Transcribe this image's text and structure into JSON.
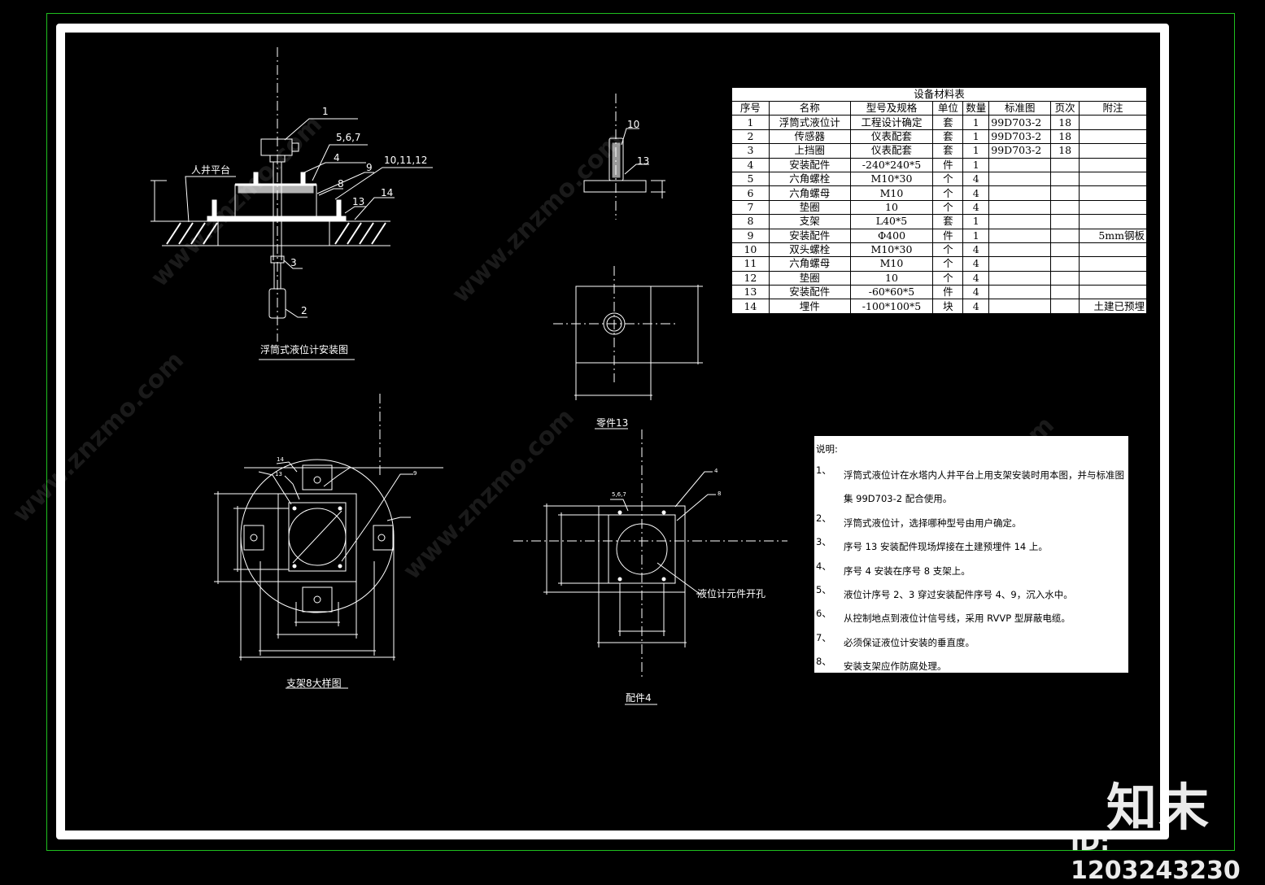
{
  "drawing": {
    "install_title": "浮筒式液位计安装图",
    "bracket_title": "支架8大样图",
    "part13_title": "零件13",
    "part4_title": "配件4",
    "platform_label": "人井平台",
    "hole_label": "液位计元件开孔",
    "callouts": {
      "c1": "1",
      "c567": "5,6,7",
      "c4": "4",
      "c9": "9",
      "c101112": "10,11,12",
      "c8": "8",
      "c13": "13",
      "c14": "14",
      "c3": "3",
      "c2": "2",
      "c10": "10"
    }
  },
  "table": {
    "title": "设备材料表",
    "headers": [
      "序号",
      "名称",
      "型号及规格",
      "单位",
      "数量",
      "标准图",
      "页次",
      "附注"
    ],
    "rows": [
      [
        "1",
        "浮筒式液位计",
        "工程设计确定",
        "套",
        "1",
        "99D703-2",
        "18",
        ""
      ],
      [
        "2",
        "传感器",
        "仪表配套",
        "套",
        "1",
        "99D703-2",
        "18",
        ""
      ],
      [
        "3",
        "上挡圈",
        "仪表配套",
        "套",
        "1",
        "99D703-2",
        "18",
        ""
      ],
      [
        "4",
        "安装配件",
        "-240*240*5",
        "件",
        "1",
        "",
        "",
        ""
      ],
      [
        "5",
        "六角螺栓",
        "M10*30",
        "个",
        "4",
        "",
        "",
        ""
      ],
      [
        "6",
        "六角螺母",
        "M10",
        "个",
        "4",
        "",
        "",
        ""
      ],
      [
        "7",
        "垫圈",
        "10",
        "个",
        "4",
        "",
        "",
        ""
      ],
      [
        "8",
        "支架",
        "L40*5",
        "套",
        "1",
        "",
        "",
        ""
      ],
      [
        "9",
        "安装配件",
        "Φ400",
        "件",
        "1",
        "",
        "",
        "5mm钢板"
      ],
      [
        "10",
        "双头螺栓",
        "M10*30",
        "个",
        "4",
        "",
        "",
        ""
      ],
      [
        "11",
        "六角螺母",
        "M10",
        "个",
        "4",
        "",
        "",
        ""
      ],
      [
        "12",
        "垫圈",
        "10",
        "个",
        "4",
        "",
        "",
        ""
      ],
      [
        "13",
        "安装配件",
        "-60*60*5",
        "件",
        "4",
        "",
        "",
        ""
      ],
      [
        "14",
        "埋件",
        "-100*100*5",
        "块",
        "4",
        "",
        "",
        "土建已预埋"
      ]
    ]
  },
  "notes": {
    "heading": "说明:",
    "items": [
      {
        "num": "1、",
        "text": "浮筒式液位计在水塔内人井平台上用支架安装时用本图，并与标准图集 99D703-2 配合使用。"
      },
      {
        "num": "2、",
        "text": "浮筒式液位计，选择哪种型号由用户确定。"
      },
      {
        "num": "3、",
        "text": "序号 13 安装配件现场焊接在土建预埋件 14 上。"
      },
      {
        "num": "4、",
        "text": "序号 4 安装在序号 8 支架上。"
      },
      {
        "num": "5、",
        "text": "液位计序号 2、3 穿过安装配件序号 4、9，沉入水中。"
      },
      {
        "num": "6、",
        "text": "从控制地点到液位计信号线，采用 RVVP 型屏蔽电缆。"
      },
      {
        "num": "7、",
        "text": "必须保证液位计安装的垂直度。"
      },
      {
        "num": "8、",
        "text": "安装支架应作防腐处理。"
      }
    ]
  },
  "watermark": {
    "logo": "知末",
    "id": "ID: 1203243230",
    "site": "www.znzmo.com"
  }
}
